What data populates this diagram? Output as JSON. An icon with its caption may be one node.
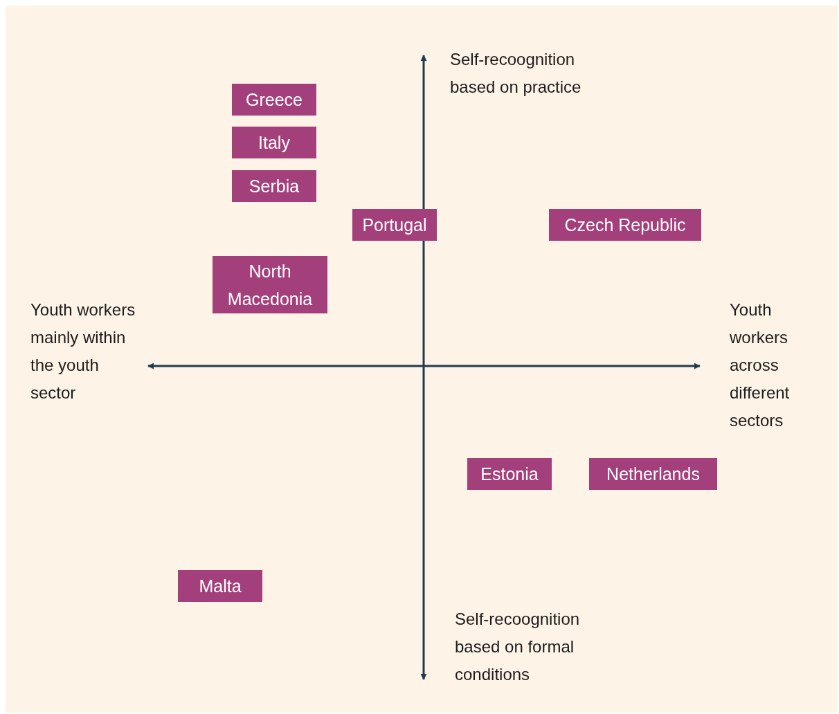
{
  "diagram": {
    "nodes": [
      {
        "text": [
          "Greece"
        ]
      },
      {
        "text": [
          "Italy"
        ]
      },
      {
        "text": [
          "Serbia"
        ]
      },
      {
        "text": [
          "Portugal"
        ]
      },
      {
        "text": [
          "Czech Republic"
        ]
      },
      {
        "text": [
          "North Macedonia"
        ]
      },
      {
        "text": [
          "Estonia"
        ]
      },
      {
        "text": [
          "Netherlands"
        ]
      },
      {
        "text": [
          "Malta"
        ]
      }
    ],
    "labels": [
      "Self-recoognition based on practice",
      "Youth workers mainly within the youth sector",
      "Youth workers across different sectors",
      "Self-recoognition based on formal conditions"
    ]
  }
}
